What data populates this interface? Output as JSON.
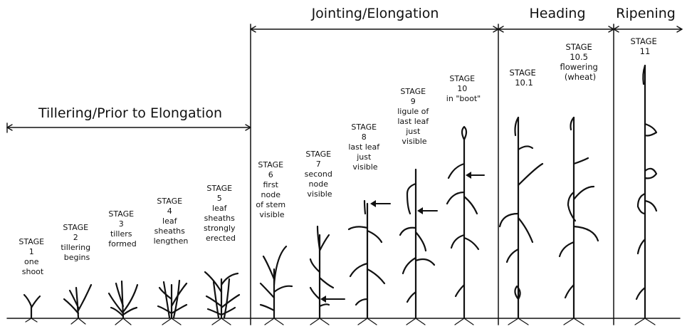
{
  "phases": [
    {
      "id": "tillering",
      "label": "Tillering/Prior to Elongation"
    },
    {
      "id": "jointing",
      "label": "Jointing/Elongation"
    },
    {
      "id": "heading",
      "label": "Heading"
    },
    {
      "id": "ripening",
      "label": "Ripening"
    }
  ],
  "stages": [
    {
      "num": "1",
      "lines": [
        "STAGE",
        "1",
        "one",
        "shoot"
      ]
    },
    {
      "num": "2",
      "lines": [
        "STAGE",
        "2",
        "tillering",
        "begins"
      ]
    },
    {
      "num": "3",
      "lines": [
        "STAGE",
        "3",
        "tillers",
        "formed"
      ]
    },
    {
      "num": "4",
      "lines": [
        "STAGE",
        "4",
        "leaf",
        "sheaths",
        "lengthen"
      ]
    },
    {
      "num": "5",
      "lines": [
        "STAGE",
        "5",
        "leaf",
        "sheaths",
        "strongly",
        "erected"
      ]
    },
    {
      "num": "6",
      "lines": [
        "STAGE",
        "6",
        "first",
        "node",
        "of stem",
        "visible"
      ]
    },
    {
      "num": "7",
      "lines": [
        "STAGE",
        "7",
        "second",
        "node",
        "visible"
      ]
    },
    {
      "num": "8",
      "lines": [
        "STAGE",
        "8",
        "last leaf",
        "just",
        "visible"
      ]
    },
    {
      "num": "9",
      "lines": [
        "STAGE",
        "9",
        "ligule of",
        "last leaf",
        "just",
        "visible"
      ]
    },
    {
      "num": "10",
      "lines": [
        "STAGE",
        "10",
        "in \"boot\""
      ]
    },
    {
      "num": "10.1",
      "lines": [
        "STAGE",
        "10.1"
      ]
    },
    {
      "num": "10.5",
      "lines": [
        "STAGE",
        "10.5",
        "flowering",
        "(wheat)"
      ]
    },
    {
      "num": "11",
      "lines": [
        "STAGE",
        "11"
      ]
    }
  ],
  "colors": {
    "ink": "#111111",
    "background": "#ffffff"
  }
}
